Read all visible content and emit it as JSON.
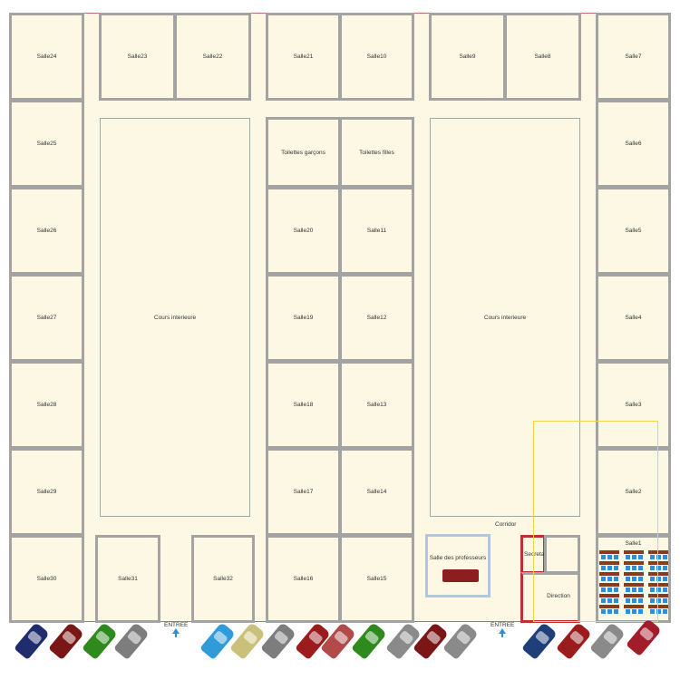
{
  "rooms": {
    "salle1": "Salle1",
    "salle2": "Salle2",
    "salle3": "Salle3",
    "salle4": "Salle4",
    "salle5": "Salle5",
    "salle6": "Salle6",
    "salle7": "Salle7",
    "salle8": "Salle8",
    "salle9": "Salle9",
    "salle10": "Salle10",
    "salle11": "Salle11",
    "salle12": "Salle12",
    "salle13": "Salle13",
    "salle14": "Salle14",
    "salle15": "Salle15",
    "salle16": "Salle16",
    "salle17": "Salle17",
    "salle18": "Salle18",
    "salle19": "Salle19",
    "salle20": "Salle20",
    "salle21": "Salle21",
    "salle22": "Salle22",
    "salle23": "Salle23",
    "salle24": "Salle24",
    "salle25": "Salle25",
    "salle26": "Salle26",
    "salle27": "Salle27",
    "salle28": "Salle28",
    "salle29": "Salle29",
    "salle30": "Salle30",
    "salle31": "Salle31",
    "salle32": "Salle32",
    "toilettes_garcons": "Toilettes garçons",
    "toilettes_filles": "Toilettes filles",
    "cours_left": "Cours interieure",
    "cours_right": "Cours interieure",
    "salle_profs": "Salle des professeurs",
    "secretariat": "Secretariat",
    "direction": "Direction",
    "corridor": "Corridor"
  },
  "entrances": [
    "ENTREE",
    "ENTREE"
  ],
  "colors": {
    "floor": "#fdf8e4",
    "wall": "#a3a3a3",
    "outer_wall": "#b87070",
    "accent": "#2f8ed8",
    "dimension": "#f2d34a"
  },
  "cars": [
    "#1f2d6e",
    "#7a1616",
    "#2f8a1e",
    "#7d7d7d",
    "#2f9bd8",
    "#c9c07a",
    "#7d7d7d",
    "#9a1c1c",
    "#b24a4a",
    "#2f8a1e",
    "#8a8a8a",
    "#7a1616",
    "#8a8a8a",
    "#1f3f7a",
    "#9a1c1c",
    "#8a8a8a",
    "#a31c2a"
  ]
}
